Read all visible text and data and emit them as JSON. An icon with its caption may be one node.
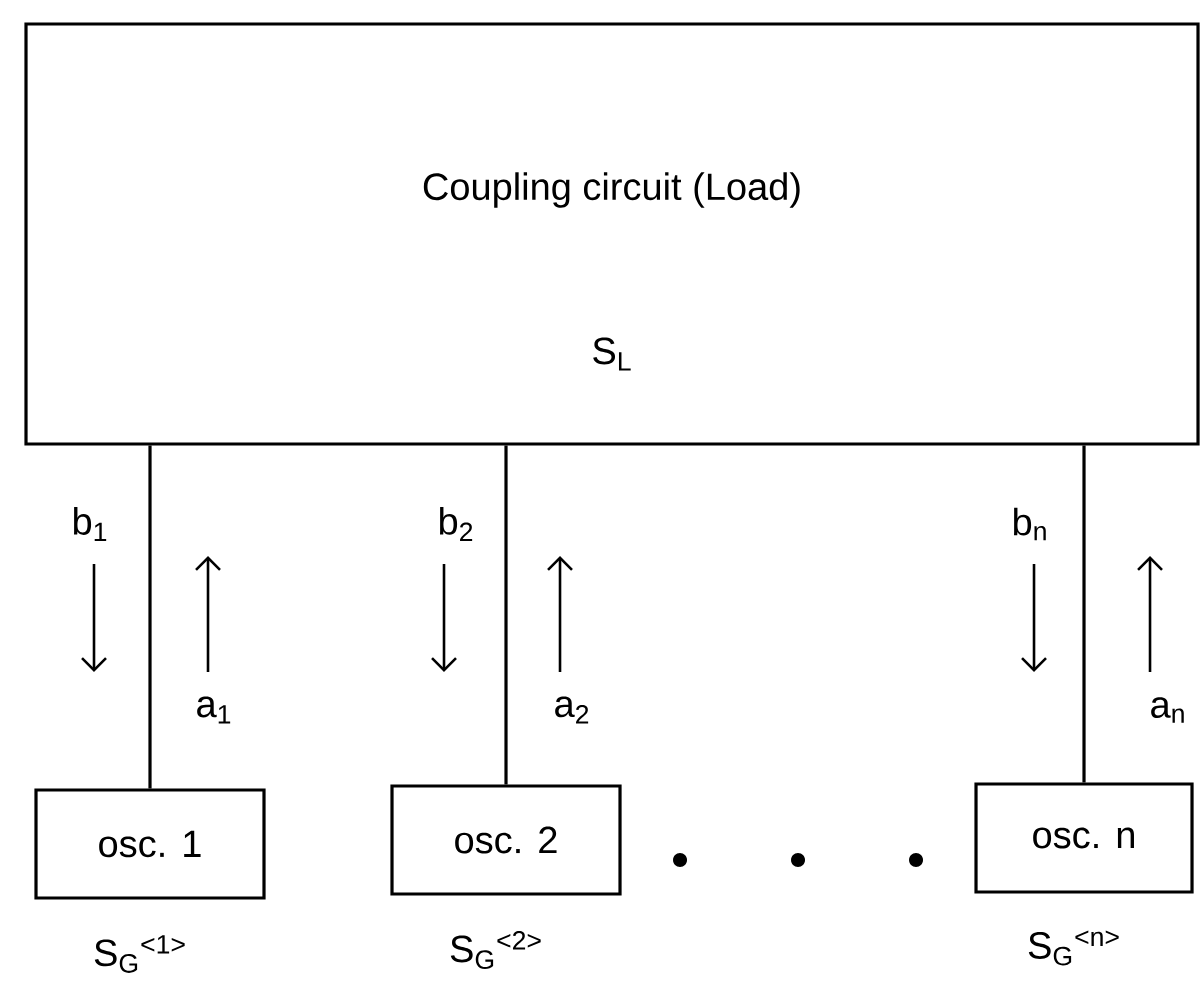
{
  "diagram": {
    "nodes": [
      {
        "text": [
          "Coupling circuit (Load)",
          "S$_{L}$"
        ]
      },
      {
        "text": [
          "osc. 1"
        ],
        "beside": [
          "S$_{G}$$^{<1>}$"
        ]
      },
      {
        "text": [
          "osc. 2"
        ],
        "beside": [
          "S$_{G}$$^{<2>}$"
        ]
      },
      {
        "text": [
          "osc. n"
        ],
        "beside": [
          "S$_{G}$$^{<n>}$"
        ]
      }
    ],
    "edges": [
      {
        "from": 0,
        "to": 1,
        "arrow": "none"
      },
      {
        "from": 0,
        "to": 2,
        "arrow": "none"
      },
      {
        "from": 0,
        "to": 3,
        "arrow": "none"
      }
    ],
    "labels": [
      "b$_{1}$",
      "a$_{1}$",
      "b$_{2}$",
      "a$_{2}$",
      "b$_{n}$",
      "a$_{n}$"
    ]
  }
}
